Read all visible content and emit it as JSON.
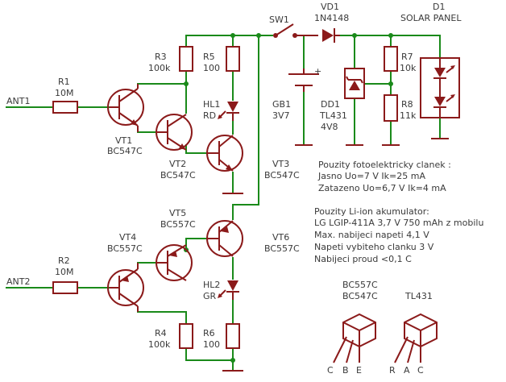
{
  "components": {
    "r1": {
      "ref": "R1",
      "value": "10M"
    },
    "r2": {
      "ref": "R2",
      "value": "10M"
    },
    "r3": {
      "ref": "R3",
      "value": "100k"
    },
    "r4": {
      "ref": "R4",
      "value": "100k"
    },
    "r5": {
      "ref": "R5",
      "value": "100"
    },
    "r6": {
      "ref": "R6",
      "value": "100"
    },
    "r7": {
      "ref": "R7",
      "value": "10k"
    },
    "r8": {
      "ref": "R8",
      "value": "11k"
    },
    "vt1": {
      "ref": "VT1",
      "value": "BC547C"
    },
    "vt2": {
      "ref": "VT2",
      "value": "BC547C"
    },
    "vt3": {
      "ref": "VT3",
      "value": "BC547C"
    },
    "vt4": {
      "ref": "VT4",
      "value": "BC557C"
    },
    "vt5": {
      "ref": "VT5",
      "value": "BC557C"
    },
    "vt6": {
      "ref": "VT6",
      "value": "BC557C"
    },
    "hl1": {
      "ref": "HL1",
      "value": "RD"
    },
    "hl2": {
      "ref": "HL2",
      "value": "GR"
    },
    "sw1": {
      "ref": "SW1"
    },
    "vd1": {
      "ref": "VD1",
      "value": "1N4148"
    },
    "d1": {
      "ref": "D1",
      "value": "SOLAR PANEL"
    },
    "gb1": {
      "ref": "GB1",
      "value": "3V7",
      "plus": "+"
    },
    "dd1": {
      "ref": "DD1",
      "value": "TL431",
      "value2": "4V8"
    },
    "ant1": {
      "ref": "ANT1"
    },
    "ant2": {
      "ref": "ANT2"
    }
  },
  "notes": {
    "solar": [
      "Pouzity fotoelektricky clanek :",
      "Jasno Uo=7 V Ik=25 mA",
      "Zatazeno Uo=6,7 V Ik=4 mA"
    ],
    "battery": [
      "Pouzity Li-ion akumulator:",
      "LG LGIP-411A 3,7 V 750 mAh z mobilu",
      "Max. nabijeci napeti 4,1 V",
      "Napeti vybiteho clanku 3 V",
      "Nabijeci proud <0,1 C"
    ]
  },
  "packages": {
    "bjt": {
      "title1": "BC557C",
      "title2": "BC547C",
      "pins": [
        "C",
        "B",
        "E"
      ]
    },
    "tl431": {
      "title": "TL431",
      "pins": [
        "R",
        "A",
        "C"
      ]
    }
  },
  "colors": {
    "wire": "#1a8a1a",
    "component": "#8b1a1a",
    "text": "#3a3a3a"
  }
}
